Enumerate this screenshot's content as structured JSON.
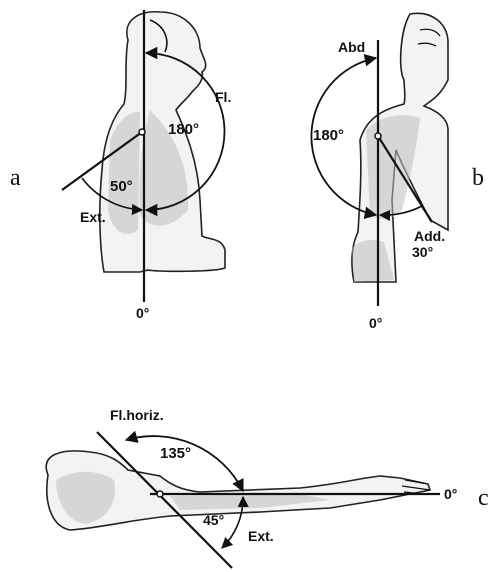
{
  "panels": {
    "a": {
      "letter": "a",
      "flexion_label": "Fl.",
      "flexion_angle": "180°",
      "extension_label": "Ext.",
      "extension_angle": "50°",
      "zero_label": "0°"
    },
    "b": {
      "letter": "b",
      "abduction_label": "Abd",
      "abduction_angle": "180°",
      "adduction_label": "Add.",
      "adduction_angle": "30°",
      "zero_label": "0°"
    },
    "c": {
      "letter": "c",
      "horizontal_flexion_label": "Fl.horiz.",
      "horizontal_flexion_angle": "135°",
      "extension_label": "Ext.",
      "extension_angle": "45°",
      "zero_label": "0°"
    }
  }
}
